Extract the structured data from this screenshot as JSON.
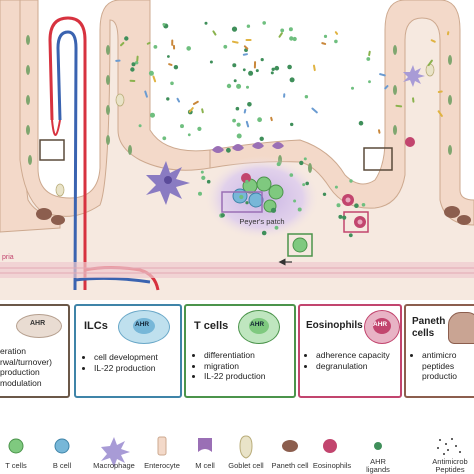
{
  "diagram": {
    "lamina_label": "pria",
    "peyers_patch_label": "Peyer's patch",
    "ahr_label": "AHR"
  },
  "panels": [
    {
      "id": "epithelium",
      "title": "",
      "items": [
        "eration",
        "rwal/turnover)",
        "production",
        "modulation"
      ]
    },
    {
      "id": "ilcs",
      "title": "ILCs",
      "items": [
        "cell development",
        "IL-22 production"
      ]
    },
    {
      "id": "tcells",
      "title": "T cells",
      "items": [
        "differentiation",
        "migration",
        "IL-22 production"
      ]
    },
    {
      "id": "eosinophils",
      "title": "Eosinophils",
      "items": [
        "adherence capacity",
        "degranulation"
      ]
    },
    {
      "id": "paneth",
      "title": "Paneth cells",
      "items": [
        "antimicro",
        "peptides",
        "productio"
      ]
    }
  ],
  "legend": [
    {
      "id": "tcells",
      "label": "T cells"
    },
    {
      "id": "bcell",
      "label": "B cell"
    },
    {
      "id": "macrophage",
      "label": "Macrophage"
    },
    {
      "id": "enterocyte",
      "label": "Enterocyte"
    },
    {
      "id": "mcell",
      "label": "M cell"
    },
    {
      "id": "goblet",
      "label": "Goblet cell"
    },
    {
      "id": "paneth",
      "label": "Paneth cell"
    },
    {
      "id": "eosinophils",
      "label": "Eosinophils"
    },
    {
      "id": "ahr",
      "label": "AHR ligands"
    },
    {
      "id": "amp",
      "label": "Antimicrob Peptides"
    }
  ],
  "colors": {
    "epithelium": "#f3d9c9",
    "lumen": "#ffffff",
    "lamina": "#f6e9e0",
    "artery": "#d7323f",
    "vein": "#3a63b0",
    "tcell": "#7fc97f",
    "bcell": "#77b7d8",
    "eos": "#c2456e",
    "paneth": "#8c5e4e",
    "mcell": "#9a6fb5"
  }
}
